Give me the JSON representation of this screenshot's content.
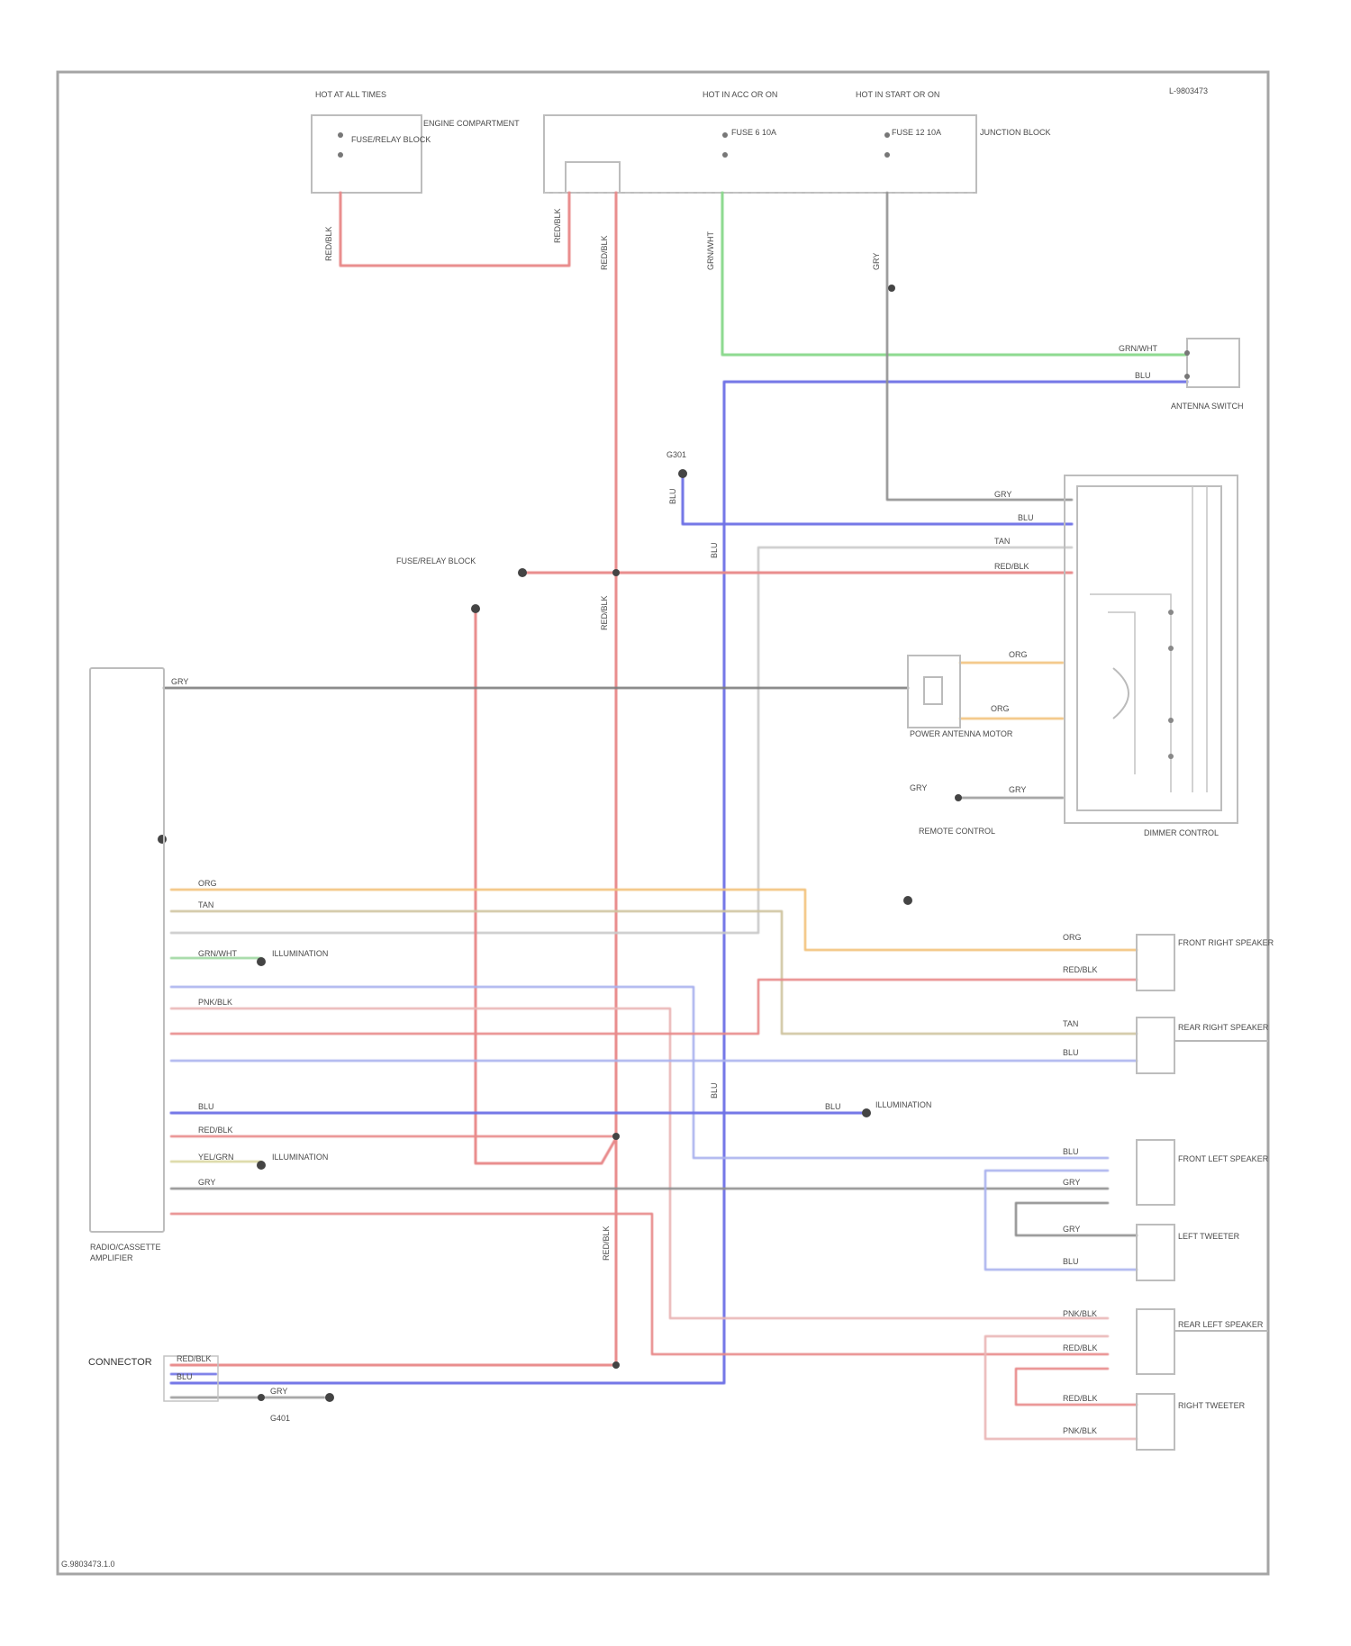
{
  "colors": {
    "red": "#e8898a",
    "pink": "#eab6b6",
    "blue": "#6f72e6",
    "lightblue": "#aab2ee",
    "green": "#8ad98c",
    "grey": "#8f8f8f",
    "lightgrey": "#c9c9c9",
    "orange": "#f2c27c",
    "tan": "#cfc4a0"
  },
  "labels": {
    "corner_tag": "L-9803473",
    "footer_tag": "G.9803473.1.0",
    "fuse_top_left": "HOT AT ALL TIMES",
    "fuse_top_mid": "HOT IN ACC OR ON",
    "fuse_top_right": "HOT IN START OR ON",
    "fuse_box_left": "FUSE/RELAY BLOCK",
    "fuse_box_left_2": "ENGINE COMPARTMENT",
    "fuse_box_mid": "FUSE 6 10A",
    "fuse_box_right": "FUSE 12 10A",
    "junction_label": "JUNCTION BLOCK",
    "ground_top": "G301",
    "antenna_motor": "POWER ANTENNA MOTOR",
    "radio_unit": "RADIO/CASSETTE",
    "radio_unit_2": "AMPLIFIER",
    "antenna_switch": "ANTENNA SWITCH",
    "dimmer": "DIMMER CONTROL",
    "front_left_speaker": "FRONT LEFT SPEAKER",
    "front_right_speaker": "FRONT RIGHT SPEAKER",
    "rear_left_speaker": "REAR LEFT SPEAKER",
    "rear_right_speaker": "REAR RIGHT SPEAKER",
    "left_tweeter": "LEFT TWEETER",
    "right_tweeter": "RIGHT TWEETER",
    "connector": "CONNECTOR",
    "ground_bottom": "G401",
    "illumination": "ILLUMINATION",
    "remote": "REMOTE CONTROL",
    "wire_red": "RED/BLK",
    "wire_blue": "BLU",
    "wire_green": "GRN/WHT",
    "wire_grey": "GRY",
    "wire_org": "ORG",
    "wire_pink": "PNK/BLK",
    "wire_tan": "TAN",
    "wire_yel": "YEL/GRN"
  }
}
